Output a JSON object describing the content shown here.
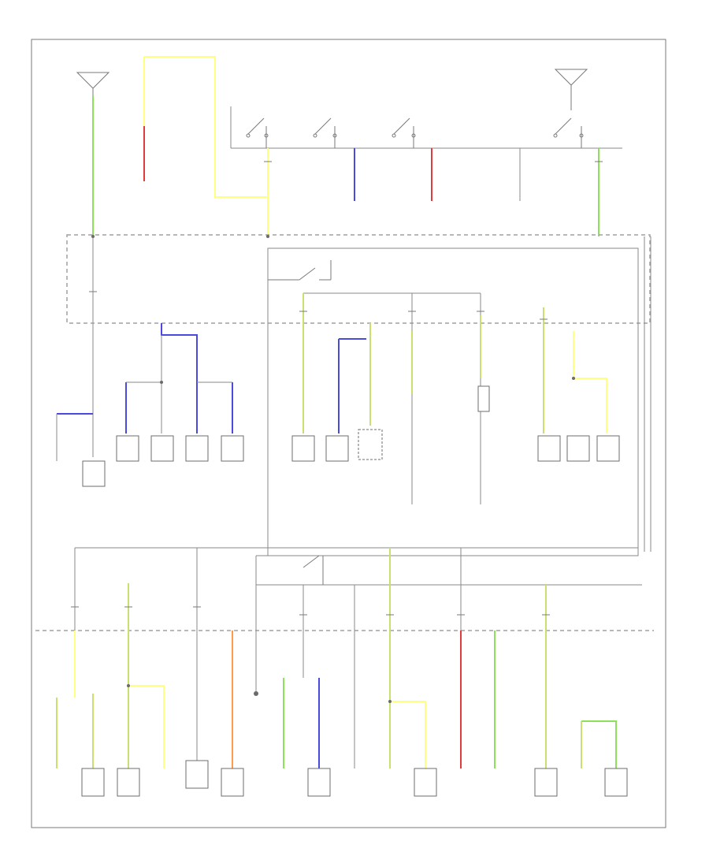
{
  "diagram": {
    "page_label": "",
    "colors": {
      "border": "#7a7a7a",
      "wire_yellow": "#ffff80",
      "wire_green": "#8ee05a",
      "wire_blue": "#4a4ae0",
      "wire_red": "#e03c3c",
      "wire_orange": "#ff9b4a",
      "wire_yellow_green": "#c8e070",
      "ground_wire": "#8a8a8a"
    },
    "top_labels": {
      "main_relay": "",
      "ignition_switch": "",
      "under_dash_fuse_box": "",
      "under_hood_fuse_box": "",
      "fuse_labels": []
    },
    "components": [
      {
        "id": "c1",
        "label": ""
      },
      {
        "id": "c2",
        "label": ""
      },
      {
        "id": "c3",
        "label": ""
      },
      {
        "id": "c4",
        "label": ""
      },
      {
        "id": "c5",
        "label": ""
      },
      {
        "id": "c6",
        "label": ""
      },
      {
        "id": "c7",
        "label": ""
      },
      {
        "id": "c8",
        "label": ""
      },
      {
        "id": "c9",
        "label": ""
      },
      {
        "id": "c10",
        "label": ""
      },
      {
        "id": "c11",
        "label": ""
      },
      {
        "id": "c12",
        "label": ""
      },
      {
        "id": "c13",
        "label": ""
      },
      {
        "id": "c14",
        "label": ""
      },
      {
        "id": "c15",
        "label": ""
      },
      {
        "id": "c16",
        "label": ""
      },
      {
        "id": "c17",
        "label": ""
      },
      {
        "id": "c18",
        "label": ""
      },
      {
        "id": "c19",
        "label": ""
      },
      {
        "id": "c20",
        "label": ""
      },
      {
        "id": "c21",
        "label": ""
      },
      {
        "id": "c22",
        "label": ""
      },
      {
        "id": "c23",
        "label": ""
      },
      {
        "id": "c24",
        "label": ""
      },
      {
        "id": "c25",
        "label": ""
      }
    ]
  }
}
